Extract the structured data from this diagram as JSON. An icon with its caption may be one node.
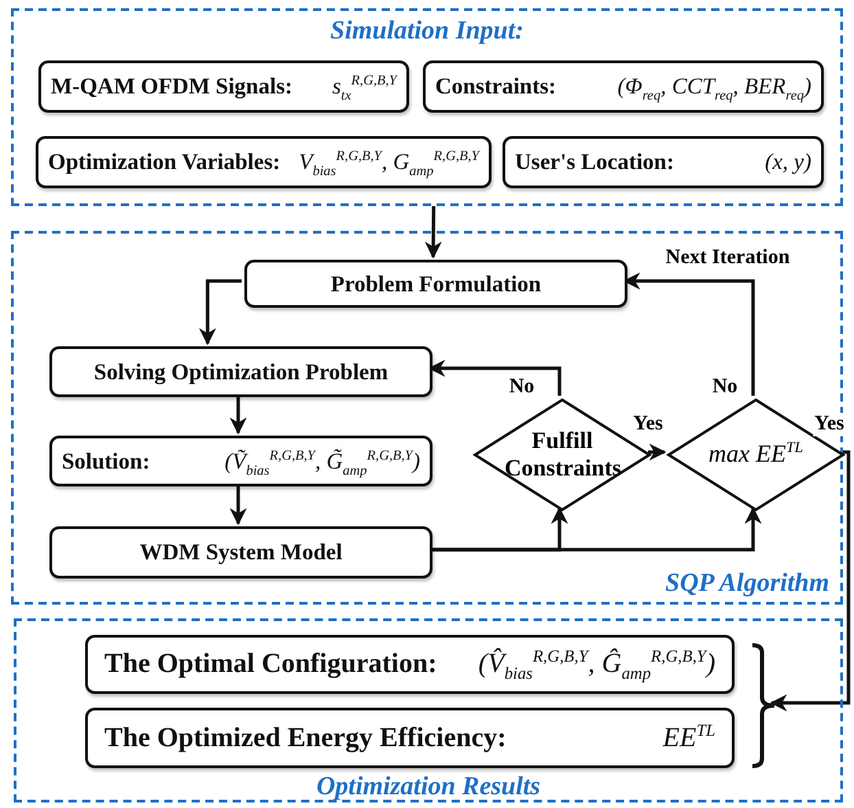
{
  "diagram": {
    "nodes": [
      {
        "text": [
          "Simulation Input:"
        ]
      },
      {
        "text": [
          "M-QAM OFDM Signals:",
          "s$_{tx}$$^{R,G,B,Y}$"
        ],
        "in": 0
      },
      {
        "text": [
          "Constraints:",
          "(Φ$_{req}$, CCT$_{req}$, BER$_{req}$)"
        ],
        "in": 0
      },
      {
        "text": [
          "Optimization Variables:",
          "V$_{bias}$$^{R,G,B,Y}$, G$_{amp}$$^{R,G,B,Y}$"
        ],
        "in": 0
      },
      {
        "text": [
          "User's Location:",
          "(x, y)"
        ],
        "in": 0
      },
      {
        "text": [
          "SQP Algorithm"
        ]
      },
      {
        "text": [
          "Problem Formulation"
        ],
        "in": 5
      },
      {
        "text": [
          "Solving Optimization Problem"
        ],
        "in": 5
      },
      {
        "text": [
          "Solution:",
          "(Ṽ$_{bias}$$^{R,G,B,Y}$, G̃$_{amp}$$^{R,G,B,Y}$)"
        ],
        "in": 5
      },
      {
        "text": [
          "WDM System Model"
        ],
        "in": 5
      },
      {
        "text": [
          "Fulfill Constraints"
        ],
        "in": 5
      },
      {
        "text": [
          "max EE$^{TL}$"
        ],
        "in": 5
      },
      {
        "text": [
          "Optimization Results"
        ]
      },
      {
        "text": [
          "The Optimal Configuration:",
          "(V̂$_{bias}$$^{R,G,B,Y}$, Ĝ$_{amp}$$^{R,G,B,Y}$)"
        ],
        "in": 12
      },
      {
        "text": [
          "The Optimized Energy Efficiency:",
          "EE$^{TL}$"
        ],
        "in": 12
      },
      {
        "text": [],
        "shape": "bracket",
        "in": 12
      }
    ],
    "edges": [
      {
        "from": 0,
        "to": 6,
        "arrow": "to"
      },
      {
        "from": 6,
        "to": 7,
        "arrow": "to"
      },
      {
        "from": 7,
        "to": 8,
        "arrow": "to"
      },
      {
        "from": 8,
        "to": 9,
        "arrow": "to"
      },
      {
        "from": 9,
        "to": 10,
        "arrow": "to"
      },
      {
        "from": 9,
        "to": 11,
        "arrow": "to"
      },
      {
        "from": 10,
        "to": 7,
        "arrow": "to",
        "label": "No"
      },
      {
        "from": 10,
        "to": 11,
        "arrow": "to",
        "label": "Yes"
      },
      {
        "from": 11,
        "to": 6,
        "arrow": "to",
        "label": "No"
      },
      {
        "from": 11,
        "to": 15,
        "arrow": "to",
        "label": "Yes"
      }
    ],
    "labels": [
      "Next Iteration"
    ]
  }
}
